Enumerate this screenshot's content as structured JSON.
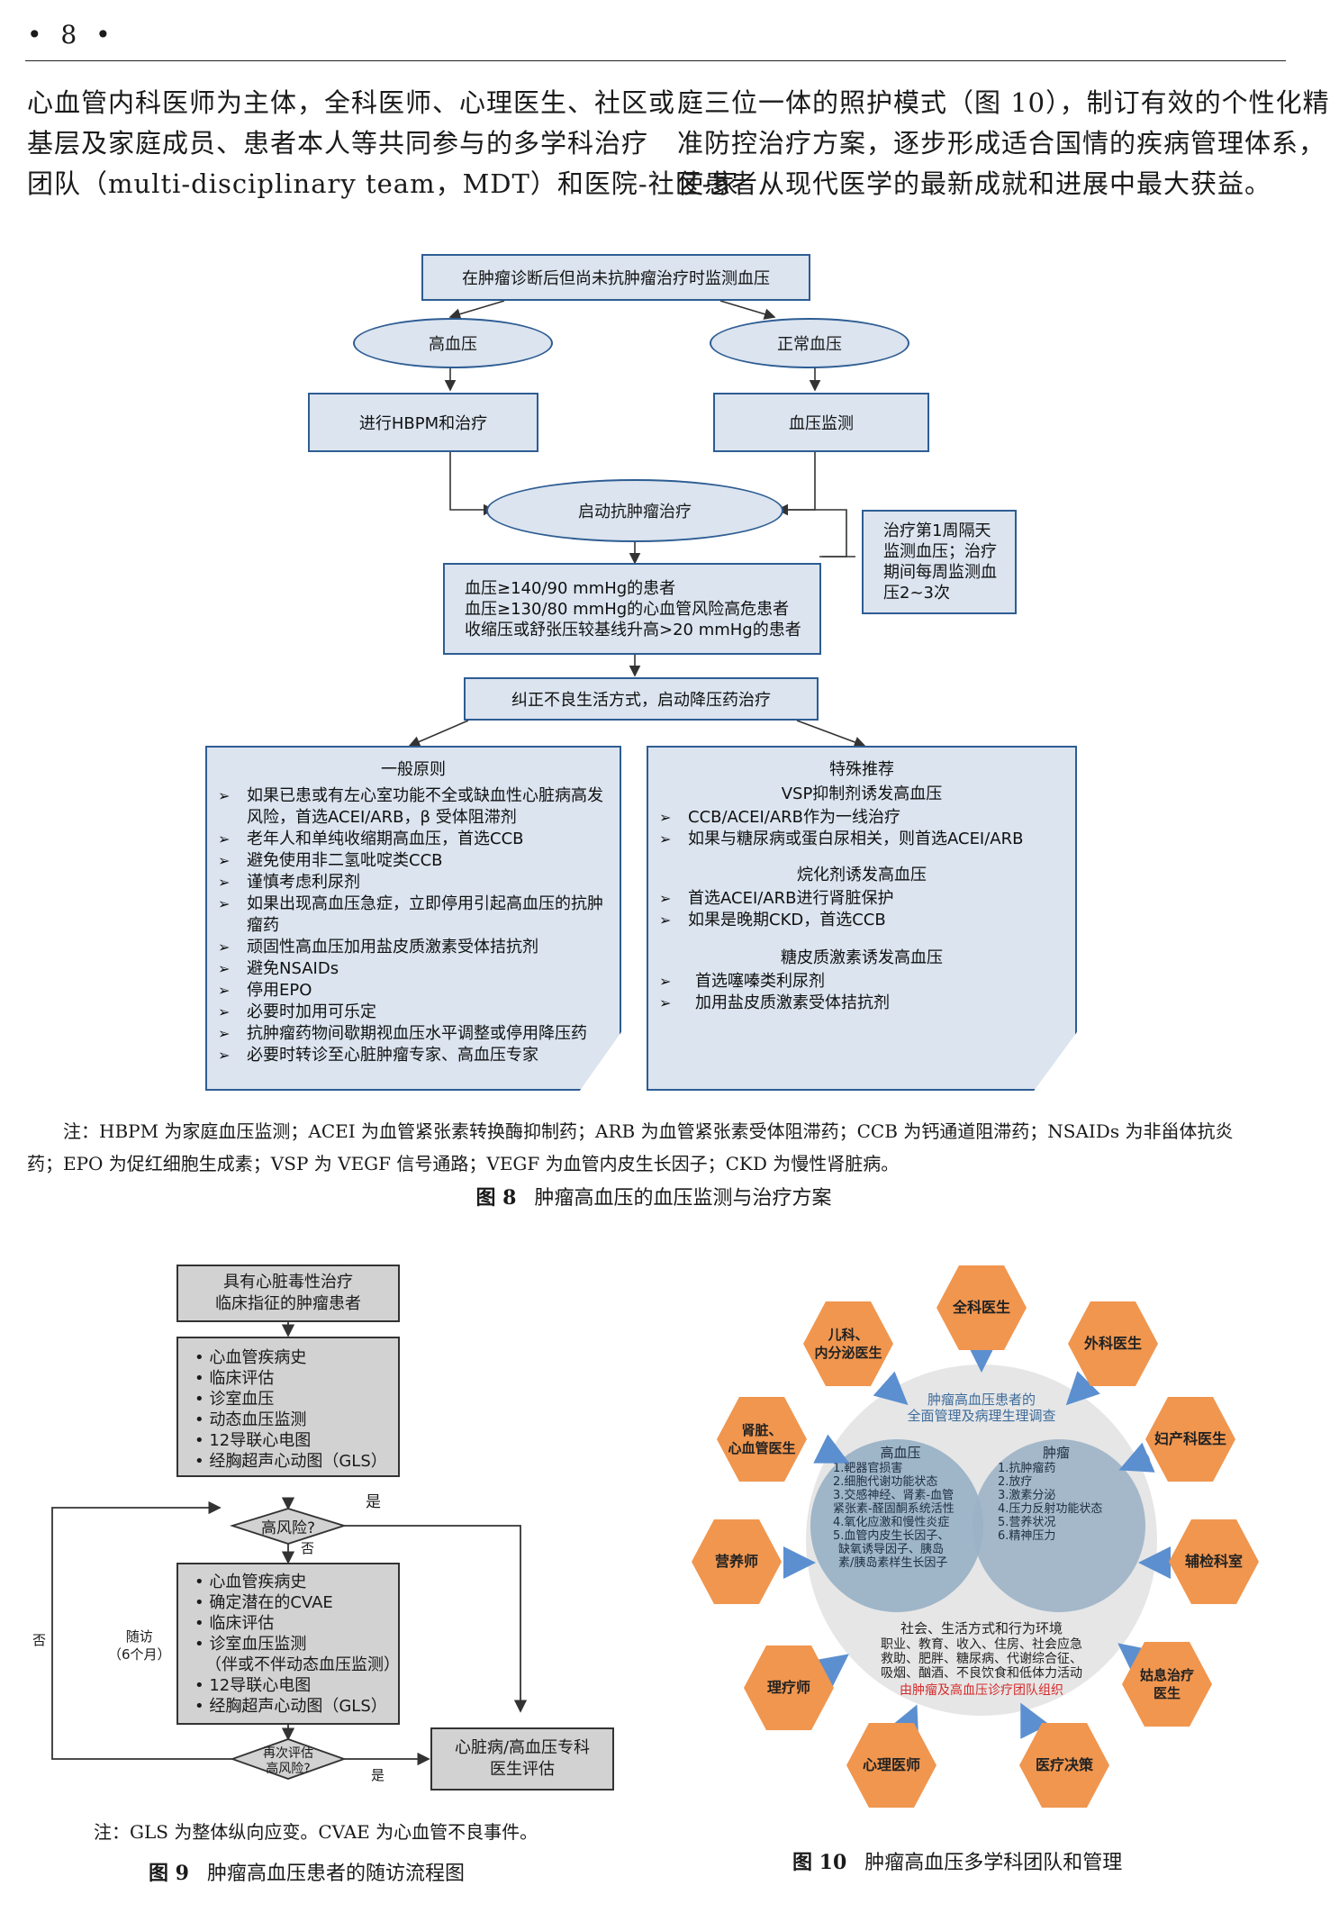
{
  "page_header": "• 8 •",
  "body_left": [
    "心血管内科医师为主体，全科医师、心理医生、社区或",
    "基层及家庭成员、患者本人等共同参与的多学科治疗",
    "团队（multi-disciplinary team，MDT）和医院-社区-家"
  ],
  "body_right": [
    "庭三位一体的照护模式（图 10），制订有效的个性化精",
    "准防控治疗方案，逐步形成适合国情的疾病管理体系，",
    "使患者从现代医学的最新成就和进展中最大获益。"
  ],
  "fig8": {
    "top": "在肿瘤诊断后但尚未抗肿瘤治疗时监测血压",
    "hypertension": "高血压",
    "normal": "正常血压",
    "hbpm": "进行HBPM和治疗",
    "monitor": "血压监测",
    "start": "启动抗肿瘤治疗",
    "side": [
      "治疗第1周隔天",
      "监测血压；治疗",
      "期间每周监测血",
      "压2~3次"
    ],
    "criteria": [
      "血压≥140/90 mmHg的患者",
      "血压≥130/80 mmHg的心血管风险高危患者",
      "收缩压或舒张压较基线升高>20 mmHg的患者"
    ],
    "correct": "纠正不良生活方式，启动降压药治疗",
    "general_title": "一般原则",
    "general_items": [
      "如果已患或有左心室功能不全或缺血性心脏病高发风险，首选ACEI/ARB，β 受体阻滞剂",
      "老年人和单纯收缩期高血压，首选CCB",
      "避免使用非二氢吡啶类CCB",
      "谨慎考虑利尿剂",
      "如果出现高血压急症，立即停用引起高血压的抗肿瘤药",
      "顽固性高血压加用盐皮质激素受体拮抗剂",
      "避免NSAIDs",
      "停用EPO",
      "必要时加用可乐定",
      "抗肿瘤药物间歇期视血压水平调整或停用降压药",
      "必要时转诊至心脏肿瘤专家、高血压专家"
    ],
    "special_title": "特殊推荐",
    "vsp_title": "VSP抑制剂诱发高血压",
    "vsp_items": [
      "CCB/ACEI/ARB作为一线治疗",
      "如果与糖尿病或蛋白尿相关，则首选ACEI/ARB"
    ],
    "alk_title": "烷化剂诱发高血压",
    "alk_items": [
      "首选ACEI/ARB进行肾脏保护",
      "如果是晚期CKD，首选CCB"
    ],
    "gc_title": "糖皮质激素诱发高血压",
    "gc_items": [
      "首选噻嗪类利尿剂",
      "加用盐皮质激素受体拮抗剂"
    ]
  },
  "fig8_note": [
    "注：HBPM 为家庭血压监测；ACEI 为血管紧张素转换酶抑制药；ARB 为血管紧张素受体阻滞药；CCB 为钙通道阻滞药；NSAIDs 为非甾体抗炎",
    "药；EPO 为促红细胞生成素；VSP 为 VEGF 信号通路；VEGF 为血管内皮生长因子；CKD 为慢性肾脏病。"
  ],
  "fig8_caption_label": "图 8",
  "fig8_caption": "肿瘤高血压的血压监测与治疗方案",
  "fig9": {
    "top": [
      "具有心脏毒性治疗",
      "临床指征的肿瘤患者"
    ],
    "list1": [
      "心血管疾病史",
      "临床评估",
      "诊室血压",
      "动态血压监测",
      "12导联心电图",
      "经胸超声心动图（GLS）"
    ],
    "high_risk": "高风险?",
    "yes": "是",
    "no": "否",
    "list2": [
      "心血管疾病史",
      "确定潜在的CVAE",
      "临床评估",
      "诊室血压监测",
      "（伴或不伴动态血压监测）",
      "12导联心电图",
      "经胸超声心动图（GLS）"
    ],
    "followup": [
      "随访",
      "（6个月）"
    ],
    "reassess": [
      "再次评估",
      "高风险?"
    ],
    "specialist": [
      "心脏病/高血压专科",
      "医生评估"
    ]
  },
  "fig9_note": "注：GLS 为整体纵向应变。CVAE 为心血管不良事件。",
  "fig9_caption_label": "图 9",
  "fig9_caption": "肿瘤高血压患者的随访流程图",
  "fig10": {
    "center_title": [
      "肿瘤高血压患者的",
      "全面管理及病理生理调查"
    ],
    "left_title": "高血压",
    "left_items": [
      "1.靶器官损害",
      "2.细胞代谢功能状态",
      "3.交感神经、肾素-血管",
      "紧张素-醛固酮系统活性",
      "4.氧化应激和慢性炎症",
      "5.血管内皮生长因子、",
      "缺氧诱导因子、胰岛",
      "素/胰岛素样生长因子"
    ],
    "right_title": "肿瘤",
    "right_items": [
      "1.抗肿瘤药",
      "2.放疗",
      "3.激素分泌",
      "4.压力反射功能状态",
      "5.营养状况",
      "6.精神压力"
    ],
    "bottom_title": "社会、生活方式和行为环境",
    "bottom_items": [
      "职业、教育、收入、住房、社会应急",
      "救助、肥胖、糖尿病、代谢综合征、",
      "吸烟、酗酒、不良饮食和低体力活动"
    ],
    "org": "由肿瘤及高血压诊疗团队组织",
    "hexes": [
      "全科医生",
      "外科医生",
      "妇产科医生",
      "辅检科室",
      "姑息治疗医生",
      "医疗决策",
      "心理医师",
      "理疗师",
      "营养师",
      "肾脏、心血管医生",
      "儿科、内分泌医生"
    ]
  },
  "fig10_caption_label": "图 10",
  "fig10_caption": "肿瘤高血压多学科团队和管理"
}
